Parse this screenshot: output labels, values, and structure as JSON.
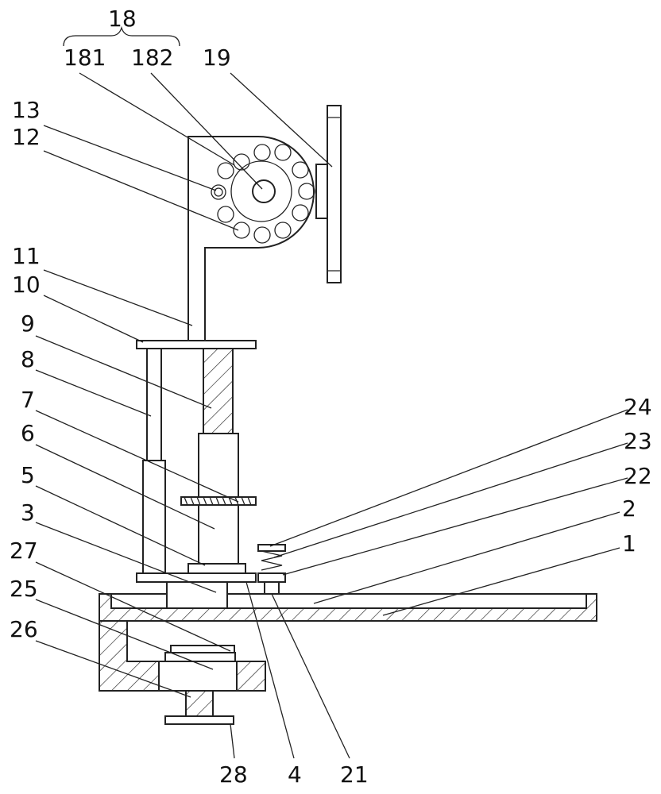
{
  "callouts": {
    "c18": "18",
    "c181": "181",
    "c182": "182",
    "c19": "19",
    "c13": "13",
    "c12": "12",
    "c11": "11",
    "c10": "10",
    "c9": "9",
    "c8": "8",
    "c7": "7",
    "c6": "6",
    "c5": "5",
    "c3": "3",
    "c27": "27",
    "c25": "25",
    "c26": "26",
    "c24": "24",
    "c23": "23",
    "c22": "22",
    "c2": "2",
    "c1": "1",
    "c28": "28",
    "c4": "4",
    "c21": "21"
  }
}
